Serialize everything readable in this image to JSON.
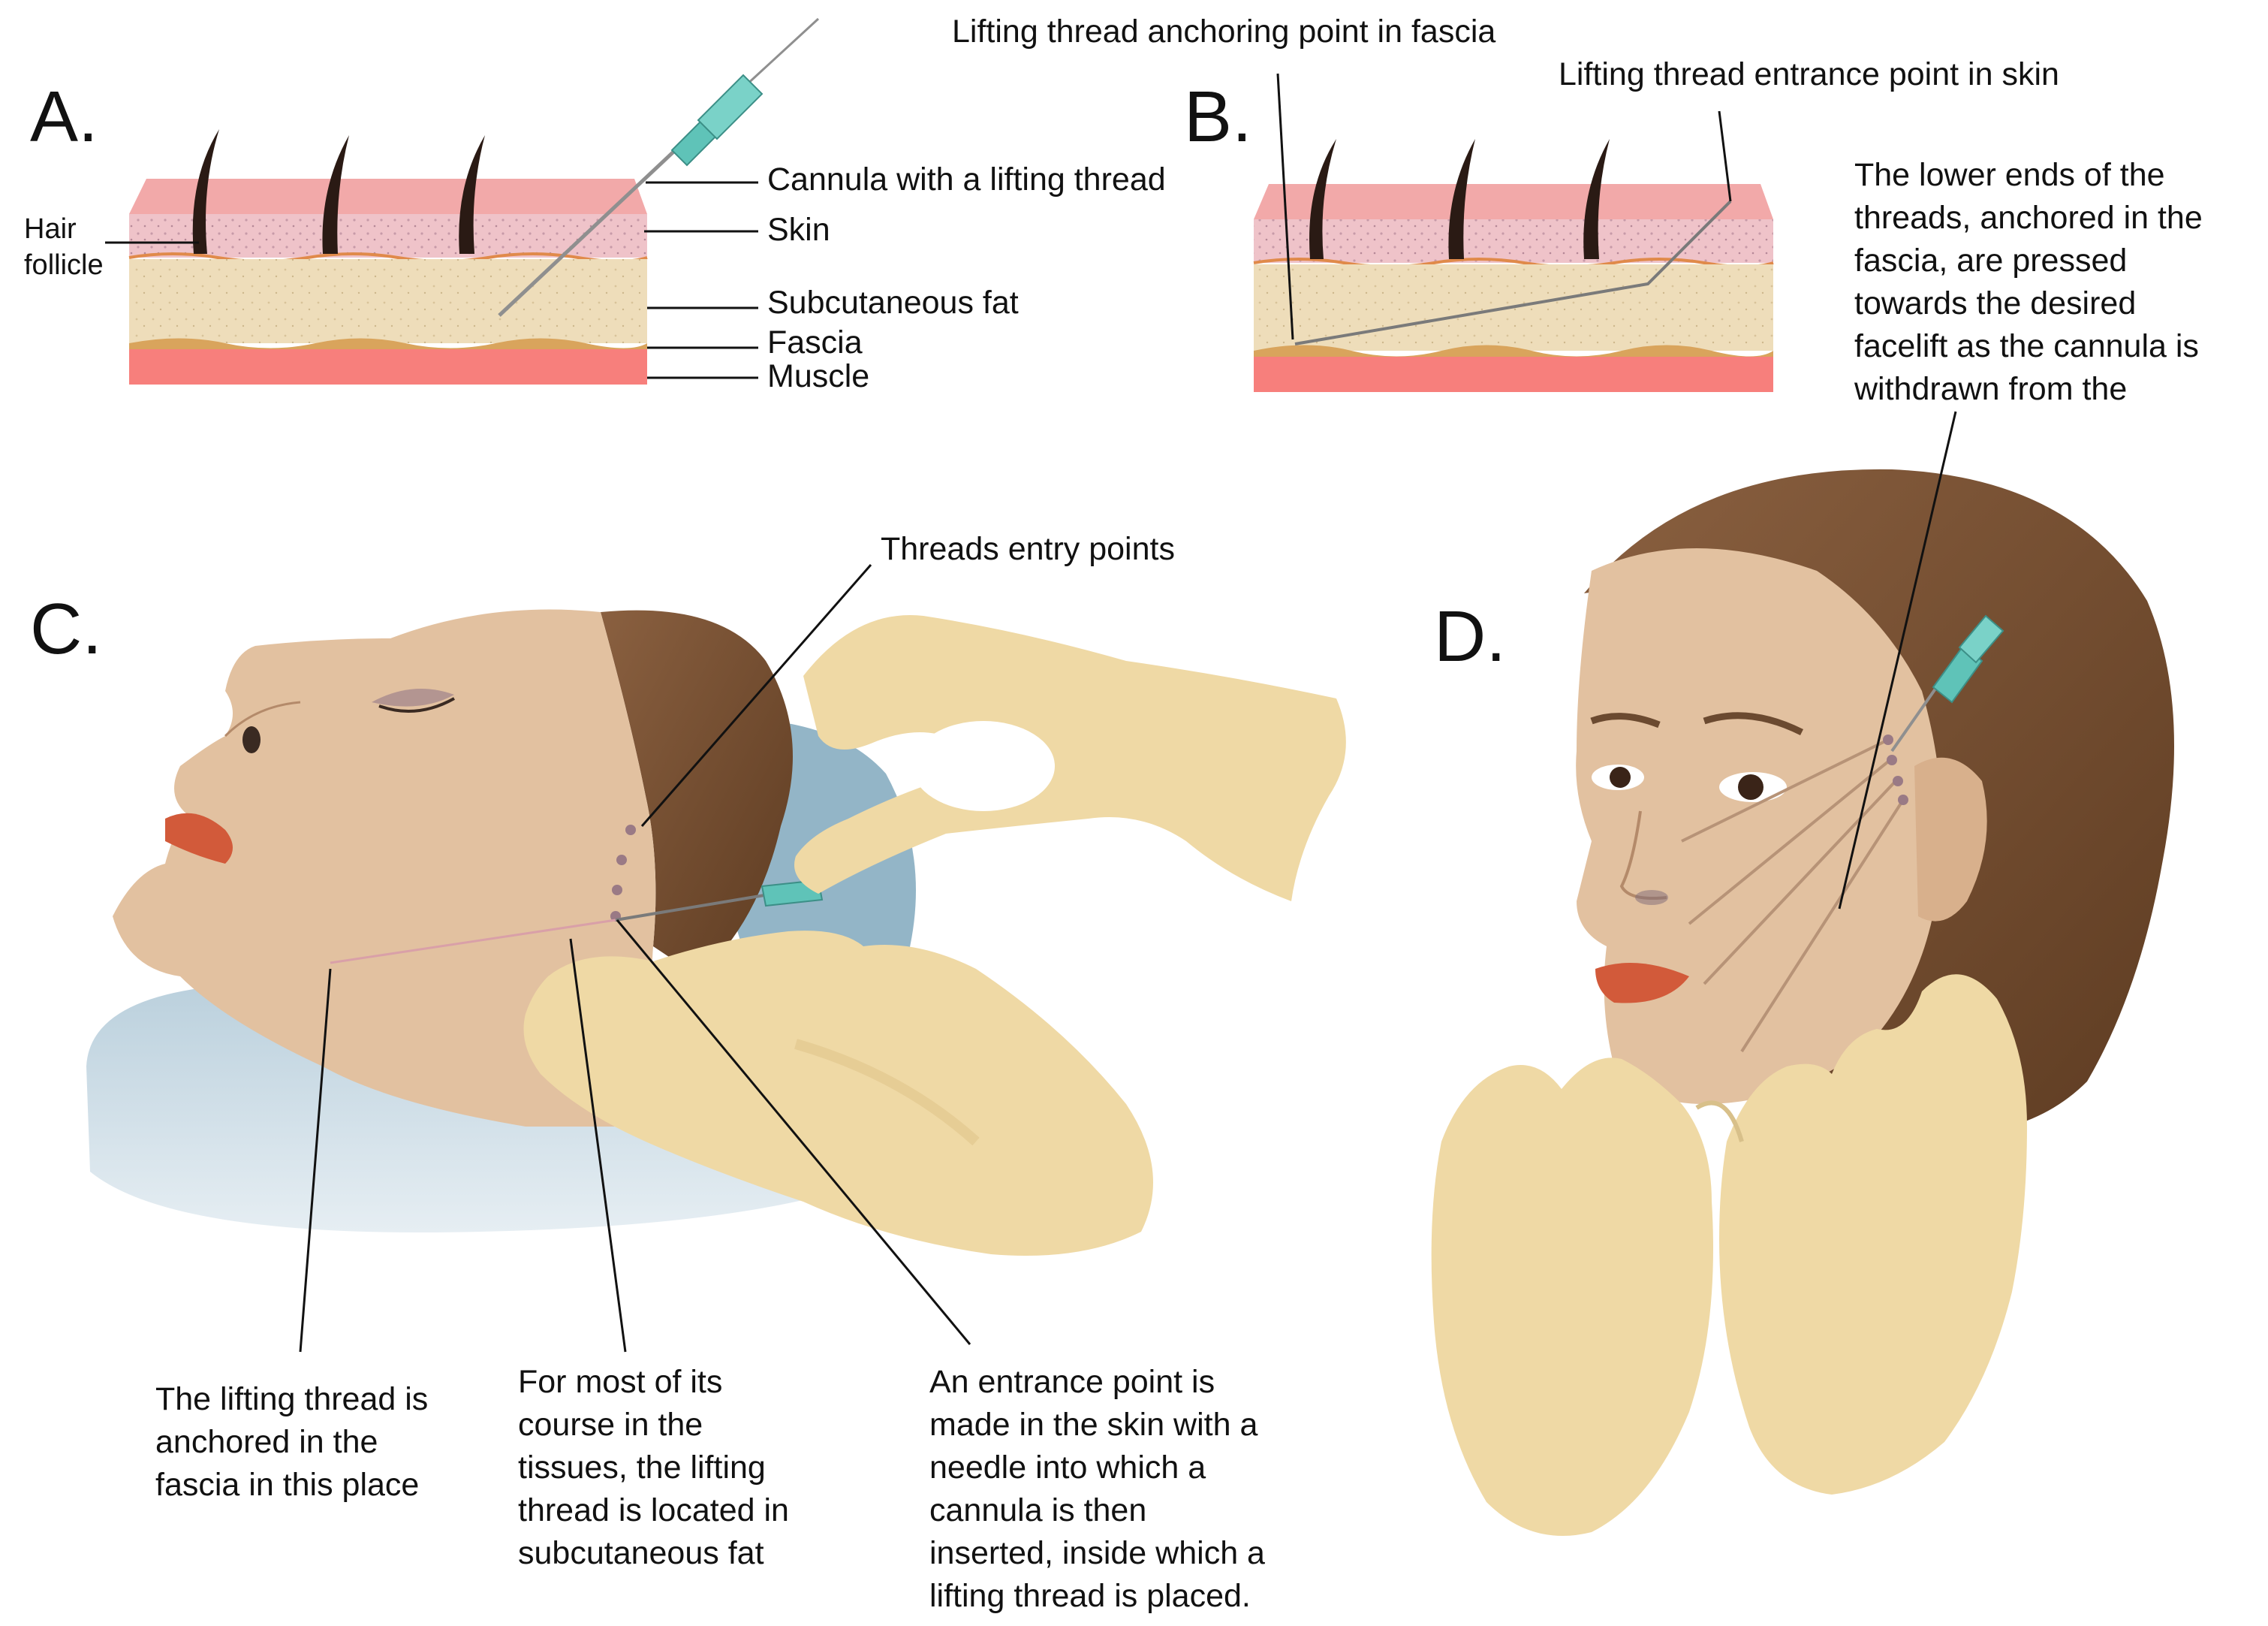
{
  "panels": {
    "a": {
      "letter": "A.",
      "labels": {
        "hair_follicle": [
          "Hair",
          "follicle"
        ],
        "cannula": "Cannula with a lifting thread",
        "skin": "Skin",
        "fat": "Subcutaneous fat",
        "fascia": "Fascia",
        "muscle": "Muscle"
      }
    },
    "b": {
      "letter": "B.",
      "labels": {
        "anchoring": "Lifting thread anchoring point in fascia",
        "entrance": "Lifting thread entrance point in skin",
        "lower_ends": [
          "The lower ends of the",
          "threads, anchored in the",
          "fascia, are pressed",
          "towards the desired",
          "facelift as the cannula is",
          "withdrawn from the"
        ]
      }
    },
    "c": {
      "letter": "C.",
      "labels": {
        "entry_points": "Threads entry points",
        "anchored": [
          "The lifting thread is",
          "anchored in the",
          "fascia in this place"
        ],
        "course": [
          "For most of its",
          "course in the",
          "tissues, the lifting",
          "thread is located in",
          "subcutaneous fat"
        ],
        "entrance": [
          "An entrance point is",
          "made in the skin with a",
          "needle into which a",
          "cannula is then",
          "inserted, inside which a",
          "lifting thread is placed."
        ]
      }
    },
    "d": {
      "letter": "D."
    }
  },
  "colors": {
    "skin_top": "#F2A9A9",
    "dermis": "#EFC3C9",
    "fat": "#EEDDBA",
    "fascia": "#D9A45C",
    "muscle": "#F77F7C",
    "glove": "#EFD9A5",
    "face": "#E2C1A0",
    "hair": "#7A5232",
    "pillow": "#A9C4D4",
    "cannula": "#5FC3B8"
  }
}
